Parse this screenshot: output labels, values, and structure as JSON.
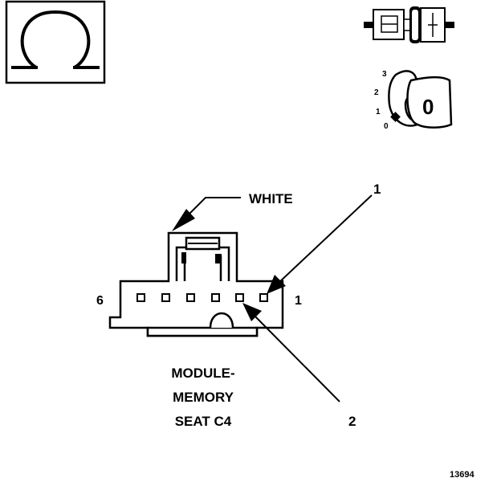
{
  "symbol": {
    "icon": "ohm-symbol-icon"
  },
  "connector_icon": {
    "icon": "connector-test-icon"
  },
  "key_icon": {
    "icon": "ignition-key-icon",
    "positions": [
      "3",
      "2",
      "1",
      "0"
    ],
    "key_label": "0"
  },
  "connector": {
    "color_label": "WHITE",
    "pin_left": "6",
    "pin_right": "1",
    "callout_1": "1",
    "callout_2": "2",
    "title_lines": [
      "MODULE-",
      "MEMORY",
      "SEAT C4"
    ]
  },
  "figure_number": "13694"
}
